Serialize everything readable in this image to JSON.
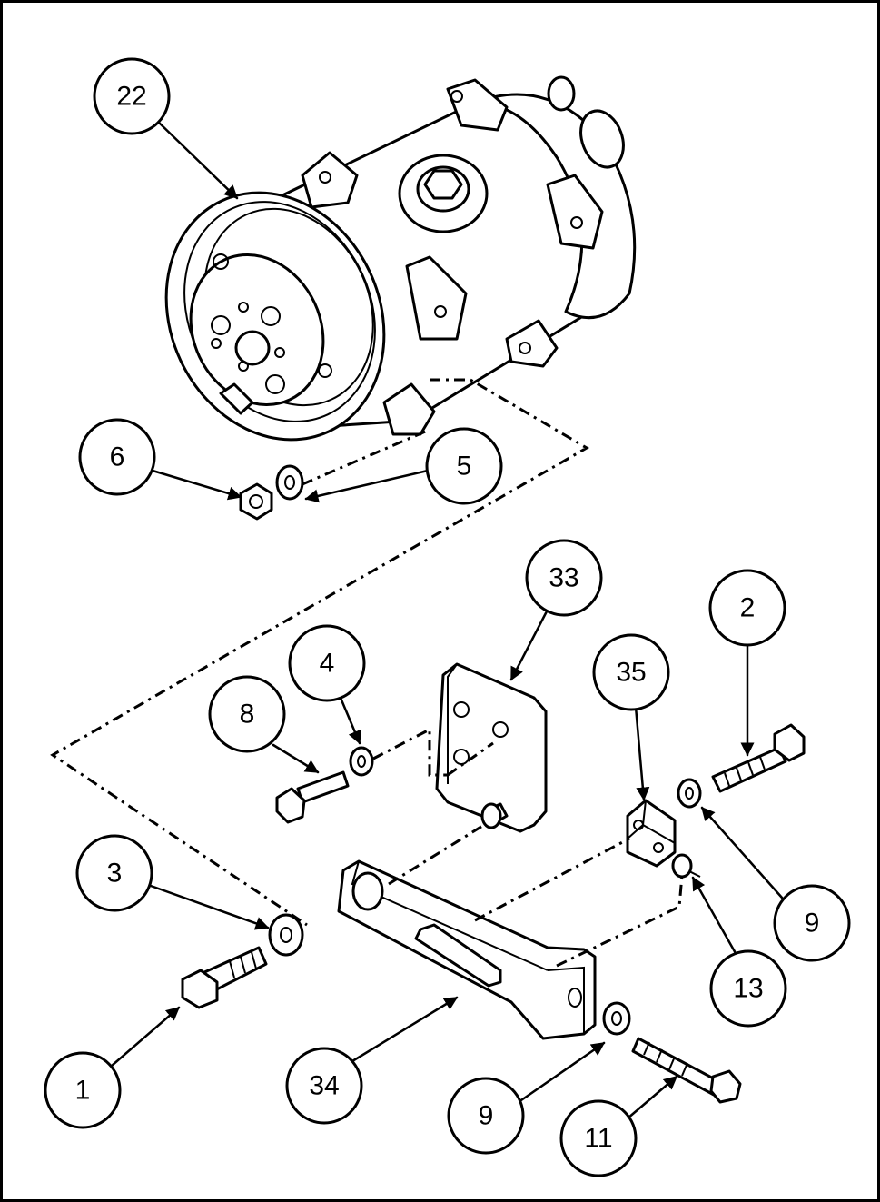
{
  "callouts": [
    {
      "id": "c22",
      "label": "22",
      "part": "compressor"
    },
    {
      "id": "c6",
      "label": "6",
      "part": "nut"
    },
    {
      "id": "c5",
      "label": "5",
      "part": "washer"
    },
    {
      "id": "c33",
      "label": "33",
      "part": "spacer-plate"
    },
    {
      "id": "c2",
      "label": "2",
      "part": "bolt"
    },
    {
      "id": "c4",
      "label": "4",
      "part": "washer"
    },
    {
      "id": "c35",
      "label": "35",
      "part": "block"
    },
    {
      "id": "c8",
      "label": "8",
      "part": "bolt"
    },
    {
      "id": "c3",
      "label": "3",
      "part": "washer"
    },
    {
      "id": "c9a",
      "label": "9",
      "part": "washer"
    },
    {
      "id": "c13",
      "label": "13",
      "part": "nut"
    },
    {
      "id": "c1",
      "label": "1",
      "part": "bolt"
    },
    {
      "id": "c34",
      "label": "34",
      "part": "bracket"
    },
    {
      "id": "c9b",
      "label": "9",
      "part": "washer"
    },
    {
      "id": "c11",
      "label": "11",
      "part": "bolt"
    }
  ],
  "colors": {
    "ink": "#000000",
    "paper": "#ffffff"
  }
}
